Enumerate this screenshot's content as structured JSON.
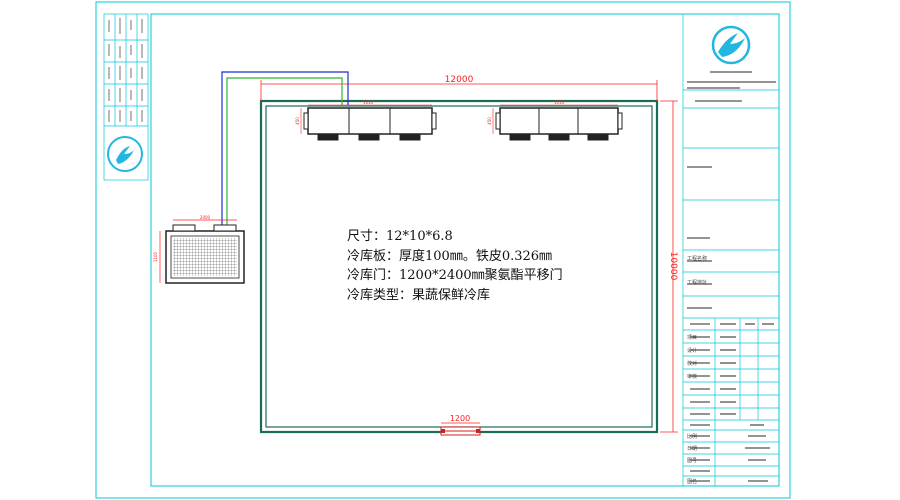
{
  "drawing": {
    "dimensions": {
      "room_width": "12000",
      "room_depth": "10000",
      "door_width": "1200",
      "condenser_width": "2000",
      "condenser_depth": "1100",
      "evaporator_width": "1010",
      "evaporator_depth": "450"
    },
    "notes": [
      "尺寸：12*10*6.8",
      "冷库板：厚度100㎜。铁皮0.326㎜",
      "冷库门：1200*2400㎜聚氨酯平移门",
      "冷库类型：果蔬保鲜冷库"
    ],
    "colors": {
      "frame": "#00c8d8",
      "wall": "#1a6b5a",
      "dimension": "#ff2020",
      "pipe_blue": "#1b2fd8",
      "pipe_green": "#2fb82f",
      "equipment": "#222222"
    }
  },
  "title_block": {
    "rows": [
      "工程名称",
      "工程地址",
      "项目",
      "设计",
      "校对",
      "审核",
      "比例",
      "日期",
      "图号",
      "图名"
    ]
  },
  "icons": [
    "company-logo-icon",
    "company-logo-small-icon"
  ]
}
